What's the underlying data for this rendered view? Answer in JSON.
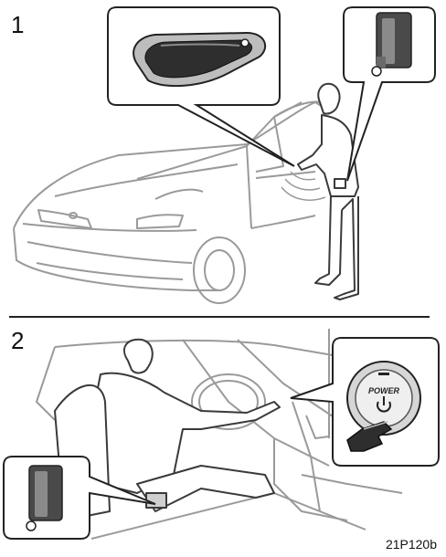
{
  "figure": {
    "step_1": "1",
    "step_2": "2",
    "power_button_label": "POWER",
    "figure_code": "21P120b"
  },
  "colors": {
    "line": "#3a3a3a",
    "light_line": "#9a9a9a",
    "key_body": "#4a4a4a",
    "handle_dark": "#2e2e2e"
  }
}
